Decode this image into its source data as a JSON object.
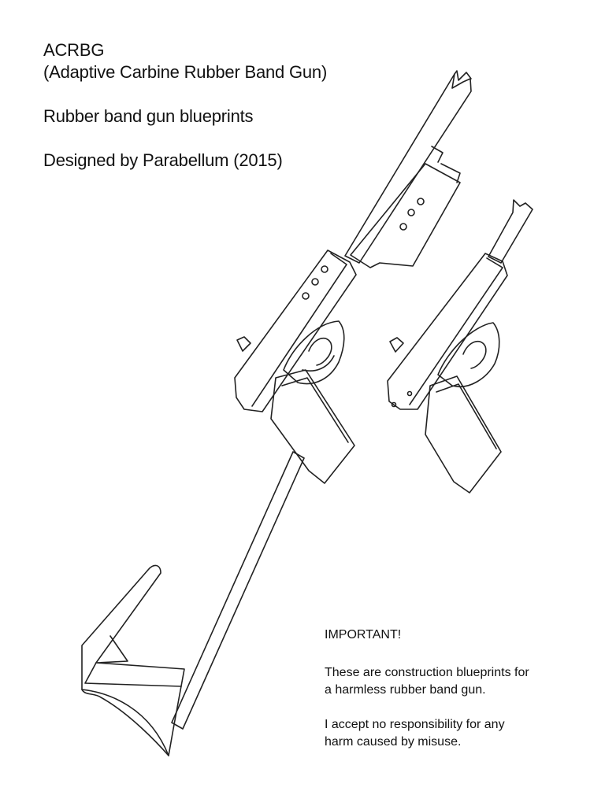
{
  "header": {
    "acronym": "ACRBG",
    "full_name": "(Adaptive Carbine Rubber Band Gun)",
    "subtitle": "Rubber band gun blueprints",
    "credit": "Designed by Parabellum (2015)"
  },
  "notice": {
    "heading": "IMPORTANT!",
    "paragraph_1_line_1": "These are construction blueprints for",
    "paragraph_1_line_2": "a harmless rubber band gun.",
    "paragraph_2_line_1": "I accept no responsibility for any",
    "paragraph_2_line_2": "harm caused by misuse."
  },
  "colors": {
    "background": "#ffffff",
    "ink": "#222222",
    "text": "#111111"
  }
}
